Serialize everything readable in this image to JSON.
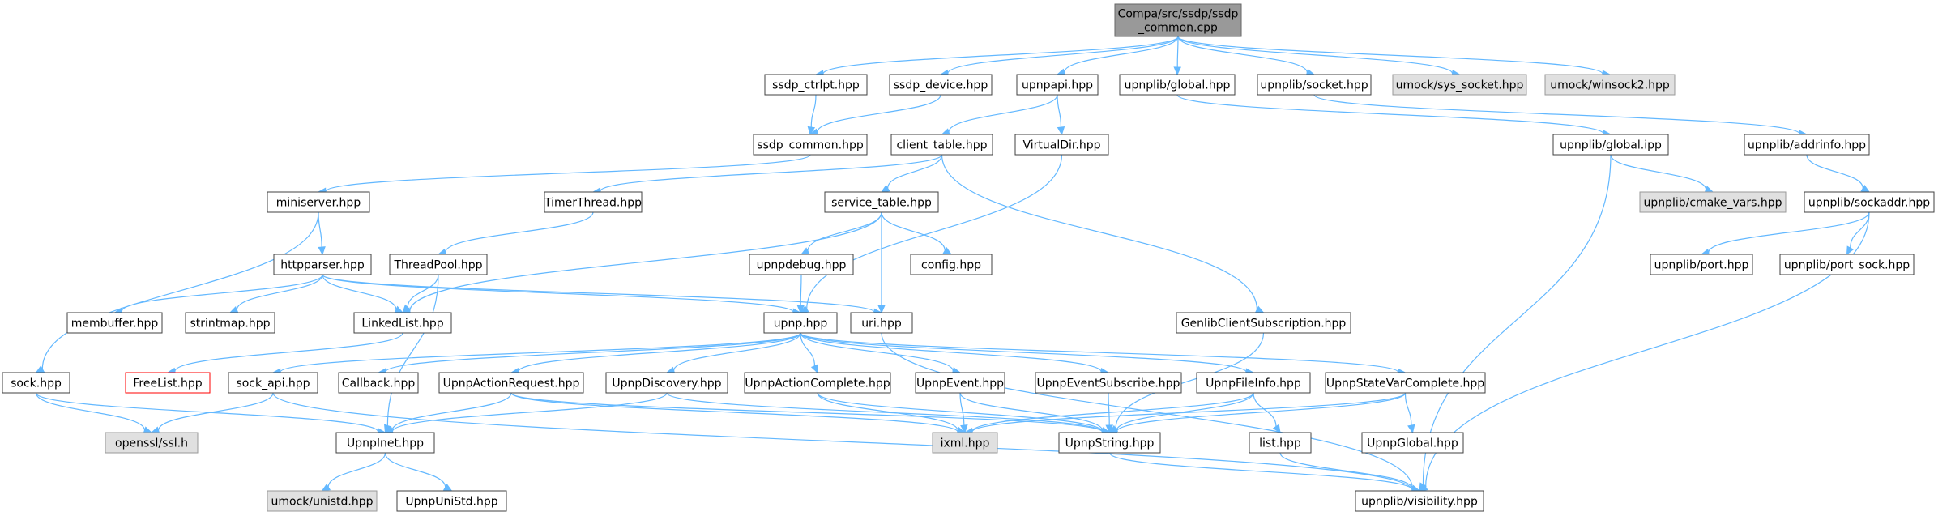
{
  "colors": {
    "edge": "#63b8ff",
    "default_fill": "#ffffff",
    "default_border": "#404040",
    "root_fill": "#999999",
    "root_border": "#666666",
    "external_fill": "#e0e0e0",
    "external_border": "#999999",
    "truncated_border": "#ff0000"
  },
  "nodes": [
    {
      "id": "root",
      "lines": [
        "Compa/src/ssdp/ssdp",
        "_common.cpp"
      ],
      "style": "root"
    },
    {
      "id": "ssdp_ctrlpt",
      "lines": [
        "ssdp_ctrlpt.hpp"
      ],
      "style": "default"
    },
    {
      "id": "ssdp_device",
      "lines": [
        "ssdp_device.hpp"
      ],
      "style": "default"
    },
    {
      "id": "upnpapi",
      "lines": [
        "upnpapi.hpp"
      ],
      "style": "default"
    },
    {
      "id": "upnplib_global_hpp",
      "lines": [
        "upnplib/global.hpp"
      ],
      "style": "default"
    },
    {
      "id": "upnplib_socket",
      "lines": [
        "upnplib/socket.hpp"
      ],
      "style": "default"
    },
    {
      "id": "umock_sys_socket",
      "lines": [
        "umock/sys_socket.hpp"
      ],
      "style": "external"
    },
    {
      "id": "umock_winsock2",
      "lines": [
        "umock/winsock2.hpp"
      ],
      "style": "external"
    },
    {
      "id": "ssdp_common",
      "lines": [
        "ssdp_common.hpp"
      ],
      "style": "default"
    },
    {
      "id": "client_table",
      "lines": [
        "client_table.hpp"
      ],
      "style": "default"
    },
    {
      "id": "virtualdir",
      "lines": [
        "VirtualDir.hpp"
      ],
      "style": "default"
    },
    {
      "id": "upnplib_global_ipp",
      "lines": [
        "upnplib/global.ipp"
      ],
      "style": "default"
    },
    {
      "id": "upnplib_addrinfo",
      "lines": [
        "upnplib/addrinfo.hpp"
      ],
      "style": "default"
    },
    {
      "id": "miniserver",
      "lines": [
        "miniserver.hpp"
      ],
      "style": "default"
    },
    {
      "id": "timerthread",
      "lines": [
        "TimerThread.hpp"
      ],
      "style": "default"
    },
    {
      "id": "service_table",
      "lines": [
        "service_table.hpp"
      ],
      "style": "default"
    },
    {
      "id": "cmake_vars",
      "lines": [
        "upnplib/cmake_vars.hpp"
      ],
      "style": "external"
    },
    {
      "id": "sockaddr",
      "lines": [
        "upnplib/sockaddr.hpp"
      ],
      "style": "default"
    },
    {
      "id": "httpparser",
      "lines": [
        "httpparser.hpp"
      ],
      "style": "default"
    },
    {
      "id": "threadpool",
      "lines": [
        "ThreadPool.hpp"
      ],
      "style": "default"
    },
    {
      "id": "upnpdebug",
      "lines": [
        "upnpdebug.hpp"
      ],
      "style": "default"
    },
    {
      "id": "config",
      "lines": [
        "config.hpp"
      ],
      "style": "default"
    },
    {
      "id": "upnplib_port",
      "lines": [
        "upnplib/port.hpp"
      ],
      "style": "default"
    },
    {
      "id": "upnplib_port_sock",
      "lines": [
        "upnplib/port_sock.hpp"
      ],
      "style": "default"
    },
    {
      "id": "membuffer",
      "lines": [
        "membuffer.hpp"
      ],
      "style": "default"
    },
    {
      "id": "strintmap",
      "lines": [
        "strintmap.hpp"
      ],
      "style": "default"
    },
    {
      "id": "linkedlist",
      "lines": [
        "LinkedList.hpp"
      ],
      "style": "default"
    },
    {
      "id": "upnp",
      "lines": [
        "upnp.hpp"
      ],
      "style": "default"
    },
    {
      "id": "uri",
      "lines": [
        "uri.hpp"
      ],
      "style": "default"
    },
    {
      "id": "genlib",
      "lines": [
        "GenlibClientSubscription.hpp"
      ],
      "style": "default"
    },
    {
      "id": "sock",
      "lines": [
        "sock.hpp"
      ],
      "style": "default"
    },
    {
      "id": "freelist",
      "lines": [
        "FreeList.hpp"
      ],
      "style": "truncated"
    },
    {
      "id": "sock_api",
      "lines": [
        "sock_api.hpp"
      ],
      "style": "default"
    },
    {
      "id": "callback",
      "lines": [
        "Callback.hpp"
      ],
      "style": "default"
    },
    {
      "id": "actionrequest",
      "lines": [
        "UpnpActionRequest.hpp"
      ],
      "style": "default"
    },
    {
      "id": "discovery",
      "lines": [
        "UpnpDiscovery.hpp"
      ],
      "style": "default"
    },
    {
      "id": "actioncomplete",
      "lines": [
        "UpnpActionComplete.hpp"
      ],
      "style": "default"
    },
    {
      "id": "upnpevent",
      "lines": [
        "UpnpEvent.hpp"
      ],
      "style": "default"
    },
    {
      "id": "eventsubscribe",
      "lines": [
        "UpnpEventSubscribe.hpp"
      ],
      "style": "default"
    },
    {
      "id": "fileinfo",
      "lines": [
        "UpnpFileInfo.hpp"
      ],
      "style": "default"
    },
    {
      "id": "statevarcomplete",
      "lines": [
        "UpnpStateVarComplete.hpp"
      ],
      "style": "default"
    },
    {
      "id": "openssl",
      "lines": [
        "openssl/ssl.h"
      ],
      "style": "external"
    },
    {
      "id": "upnpinet",
      "lines": [
        "UpnpInet.hpp"
      ],
      "style": "default"
    },
    {
      "id": "ixml",
      "lines": [
        "ixml.hpp"
      ],
      "style": "external"
    },
    {
      "id": "upnpstring",
      "lines": [
        "UpnpString.hpp"
      ],
      "style": "default"
    },
    {
      "id": "list",
      "lines": [
        "list.hpp"
      ],
      "style": "default"
    },
    {
      "id": "upnpglobal",
      "lines": [
        "UpnpGlobal.hpp"
      ],
      "style": "default"
    },
    {
      "id": "umock_unistd",
      "lines": [
        "umock/unistd.hpp"
      ],
      "style": "external"
    },
    {
      "id": "upnpunistd",
      "lines": [
        "UpnpUniStd.hpp"
      ],
      "style": "default"
    },
    {
      "id": "visibility",
      "lines": [
        "upnplib/visibility.hpp"
      ],
      "style": "default"
    }
  ],
  "edges": [
    [
      "root",
      "ssdp_ctrlpt"
    ],
    [
      "root",
      "ssdp_device"
    ],
    [
      "root",
      "upnpapi"
    ],
    [
      "root",
      "upnplib_global_hpp"
    ],
    [
      "root",
      "upnplib_socket"
    ],
    [
      "root",
      "umock_sys_socket"
    ],
    [
      "root",
      "umock_winsock2"
    ],
    [
      "ssdp_ctrlpt",
      "ssdp_common"
    ],
    [
      "ssdp_device",
      "ssdp_common"
    ],
    [
      "upnpapi",
      "client_table"
    ],
    [
      "upnpapi",
      "virtualdir"
    ],
    [
      "upnplib_global_hpp",
      "upnplib_global_ipp"
    ],
    [
      "upnplib_socket",
      "upnplib_addrinfo"
    ],
    [
      "ssdp_common",
      "miniserver"
    ],
    [
      "client_table",
      "timerthread"
    ],
    [
      "client_table",
      "service_table"
    ],
    [
      "client_table",
      "genlib"
    ],
    [
      "virtualdir",
      "upnp"
    ],
    [
      "upnplib_global_ipp",
      "cmake_vars"
    ],
    [
      "upnplib_global_ipp",
      "visibility"
    ],
    [
      "upnplib_addrinfo",
      "sockaddr"
    ],
    [
      "miniserver",
      "httpparser"
    ],
    [
      "miniserver",
      "sock"
    ],
    [
      "timerthread",
      "threadpool"
    ],
    [
      "service_table",
      "upnpdebug"
    ],
    [
      "service_table",
      "config"
    ],
    [
      "service_table",
      "uri"
    ],
    [
      "service_table",
      "linkedlist"
    ],
    [
      "sockaddr",
      "upnplib_port"
    ],
    [
      "sockaddr",
      "upnplib_port_sock"
    ],
    [
      "sockaddr",
      "visibility"
    ],
    [
      "httpparser",
      "membuffer"
    ],
    [
      "httpparser",
      "strintmap"
    ],
    [
      "httpparser",
      "linkedlist"
    ],
    [
      "httpparser",
      "uri"
    ],
    [
      "httpparser",
      "upnp"
    ],
    [
      "threadpool",
      "linkedlist"
    ],
    [
      "threadpool",
      "upnpinet"
    ],
    [
      "upnpdebug",
      "upnp"
    ],
    [
      "linkedlist",
      "freelist"
    ],
    [
      "uri",
      "visibility"
    ],
    [
      "genlib",
      "upnpstring"
    ],
    [
      "upnp",
      "sock_api"
    ],
    [
      "upnp",
      "callback"
    ],
    [
      "upnp",
      "actionrequest"
    ],
    [
      "upnp",
      "discovery"
    ],
    [
      "upnp",
      "actioncomplete"
    ],
    [
      "upnp",
      "upnpevent"
    ],
    [
      "upnp",
      "eventsubscribe"
    ],
    [
      "upnp",
      "fileinfo"
    ],
    [
      "upnp",
      "statevarcomplete"
    ],
    [
      "sock",
      "openssl"
    ],
    [
      "sock",
      "upnpinet"
    ],
    [
      "sock_api",
      "openssl"
    ],
    [
      "sock_api",
      "visibility"
    ],
    [
      "actionrequest",
      "upnpinet"
    ],
    [
      "actionrequest",
      "ixml"
    ],
    [
      "actionrequest",
      "upnpstring"
    ],
    [
      "discovery",
      "upnpinet"
    ],
    [
      "discovery",
      "upnpstring"
    ],
    [
      "actioncomplete",
      "ixml"
    ],
    [
      "actioncomplete",
      "upnpstring"
    ],
    [
      "upnpevent",
      "ixml"
    ],
    [
      "upnpevent",
      "upnpstring"
    ],
    [
      "eventsubscribe",
      "upnpstring"
    ],
    [
      "fileinfo",
      "ixml"
    ],
    [
      "fileinfo",
      "upnpstring"
    ],
    [
      "fileinfo",
      "list"
    ],
    [
      "statevarcomplete",
      "ixml"
    ],
    [
      "statevarcomplete",
      "upnpstring"
    ],
    [
      "statevarcomplete",
      "upnpglobal"
    ],
    [
      "upnpinet",
      "umock_unistd"
    ],
    [
      "upnpinet",
      "upnpunistd"
    ],
    [
      "upnpstring",
      "visibility"
    ],
    [
      "list",
      "visibility"
    ]
  ]
}
